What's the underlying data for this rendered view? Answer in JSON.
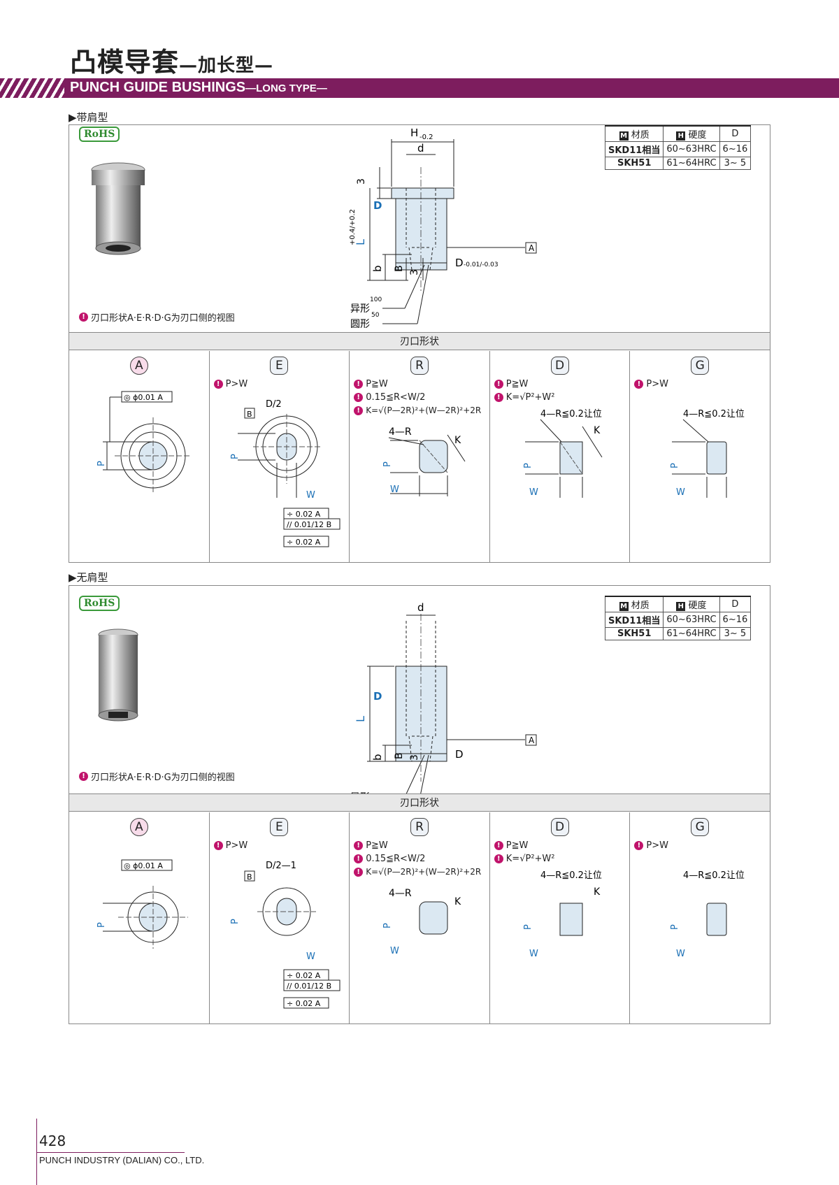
{
  "header": {
    "title_main": "凸模导套",
    "title_sub": "—加长型—",
    "banner_main": "PUNCH GUIDE BUSHINGS",
    "banner_sub": "—LONG TYPE—"
  },
  "sections": [
    {
      "label": "▶带肩型",
      "rohs": "RoHS",
      "note": "刃口形状A·E·R·D·G为刃口侧的视图",
      "material_table": {
        "headers": [
          "材质",
          "硬度",
          "D"
        ],
        "rows": [
          [
            "SKD11相当",
            "60~63HRC",
            "6~16"
          ],
          [
            "SKH51",
            "61~64HRC",
            "3~ 5"
          ]
        ]
      },
      "dims": {
        "h": "H",
        "h_tol": "-0.2",
        "d": "d",
        "t3": "3",
        "L": "L",
        "Ltol": "+0.4/+0.2",
        "b": "b",
        "B": "B",
        "three": "3",
        "D": "D",
        "Dtol": "-0.01/-0.03",
        "A": "A",
        "yixing": "异形",
        "yuanxing": "圆形",
        "r100": "100",
        "r50": "50"
      }
    },
    {
      "label": "▶无肩型",
      "rohs": "RoHS",
      "note": "刃口形状A·E·R·D·G为刃口侧的视图",
      "material_table": {
        "headers": [
          "材质",
          "硬度",
          "D"
        ],
        "rows": [
          [
            "SKD11相当",
            "60~63HRC",
            "6~16"
          ],
          [
            "SKH51",
            "61~64HRC",
            "3~ 5"
          ]
        ]
      }
    }
  ],
  "shape_header": "刃口形状",
  "shapes": [
    {
      "key": "A",
      "conds": [],
      "tol": "◎ ϕ0.01 A"
    },
    {
      "key": "E",
      "conds": [
        "P>W"
      ],
      "dim1": "D/2",
      "dim2": "D/2—1"
    },
    {
      "key": "R",
      "conds": [
        "P≧W",
        "0.15≦R<W/2",
        "K=√(P—2R)²+(W—2R)²+2R"
      ],
      "corner": "4—R"
    },
    {
      "key": "D",
      "conds": [
        "P≧W",
        "K=√P²+W²"
      ],
      "corner": "4—R≦0.2让位"
    },
    {
      "key": "G",
      "conds": [
        "P>W"
      ],
      "corner": "4—R≦0.2让位"
    }
  ],
  "footer": {
    "page": "428",
    "company": "PUNCH INDUSTRY (DALIAN) CO., LTD."
  }
}
